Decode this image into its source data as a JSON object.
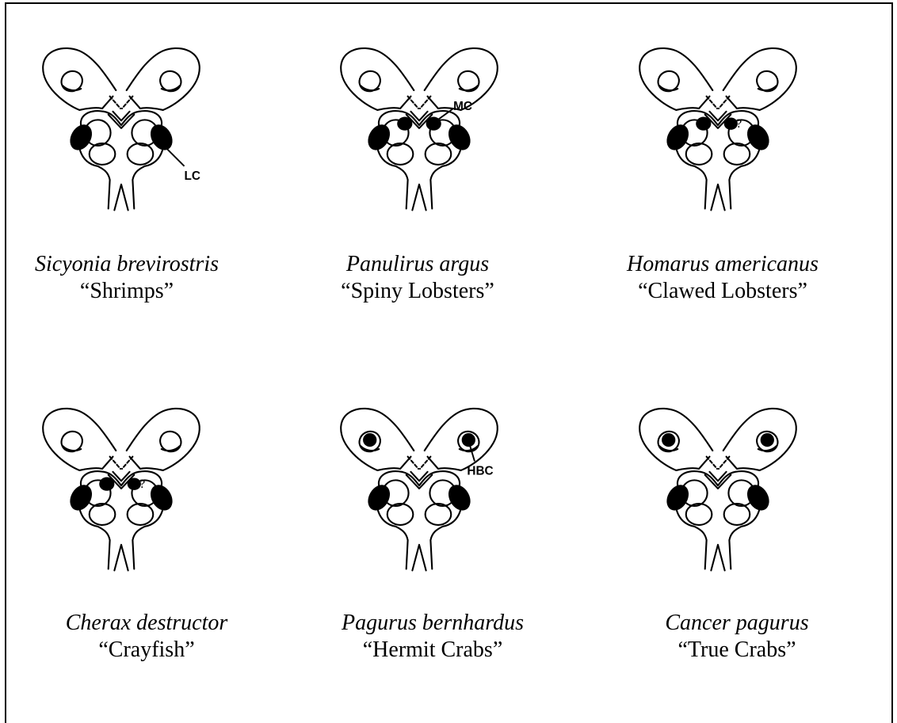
{
  "panels": [
    {
      "species": "Sicyonia brevirostris",
      "common": "“Shrimps”",
      "label": "LC"
    },
    {
      "species": "Panulirus argus",
      "common": "“Spiny Lobsters”",
      "label": "MC"
    },
    {
      "species": "Homarus americanus",
      "common": "“Clawed Lobsters”",
      "label": "?"
    },
    {
      "species": "Cherax destructor",
      "common": "“Crayfish”",
      "label": "?"
    },
    {
      "species": "Pagurus bernhardus",
      "common": "“Hermit Crabs”",
      "label": "HBC"
    },
    {
      "species": "Cancer pagurus",
      "common": "“True Crabs”",
      "label": ""
    }
  ],
  "colors": {
    "ink": "#000000",
    "paper": "#ffffff"
  }
}
